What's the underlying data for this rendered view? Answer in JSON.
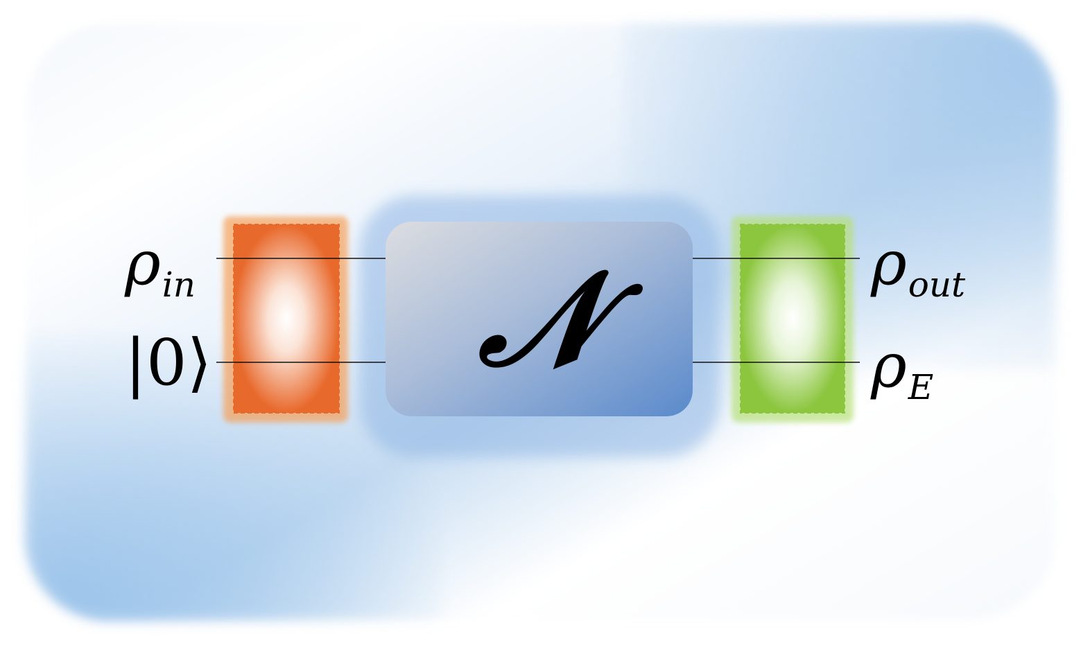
{
  "diagram": {
    "inputs": {
      "system": {
        "symbol": "ρ",
        "subscript": "in"
      },
      "environment": {
        "ket": "|0⟩"
      }
    },
    "channel": {
      "symbol": "𝒩"
    },
    "outputs": {
      "system": {
        "symbol": "ρ",
        "subscript": "out"
      },
      "environment": {
        "symbol": "ρ",
        "subscript": "E"
      }
    },
    "colors": {
      "encoder": "#e8692c",
      "decoder": "#8cc63f",
      "channel": "#5b8fd0",
      "system_wire": "#e0505a",
      "environment_wire": "#b9d96a",
      "background": "#c7ddf2"
    }
  }
}
